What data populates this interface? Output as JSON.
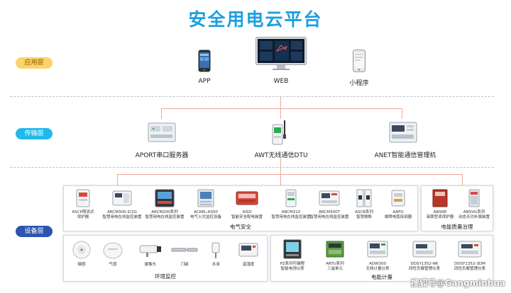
{
  "title": "安全用电云平台",
  "layers": {
    "app": "应用层",
    "transport": "传输层",
    "device": "设备层"
  },
  "app_items": {
    "app": "APP",
    "web": "WEB",
    "mini": "小程序"
  },
  "transport_items": {
    "aport": "APORT串口服务器",
    "awt": "AWT无线通信DTU",
    "anet": "ANET智能通信管理机"
  },
  "groups": {
    "electric_safety": "电气安全",
    "power_quality": "电能质量治理",
    "env": "环境监控",
    "energy": "电能计量"
  },
  "electric_devices": [
    {
      "l1": "ASCP限流式",
      "l2": "保护器"
    },
    {
      "l1": "ARCM300-Z/2G",
      "l2": "智慧用电在线监控装置"
    },
    {
      "l1": "ARCM200系列",
      "l2": "智慧用电在线监控装置"
    },
    {
      "l1": "ACREL-6000",
      "l2": "电气火灾监控设备"
    },
    {
      "l1": "AISD",
      "l2": "智能安全配电装置"
    },
    {
      "l1": "ARCM310",
      "l2": "智慧用电在线监控装置"
    },
    {
      "l1": "ARCM300T",
      "l2": "智慧用电在线监控装置"
    },
    {
      "l1": "ASCB系列",
      "l2": "智慧微断"
    },
    {
      "l1": "AAFD",
      "l2": "故障电弧探测器"
    }
  ],
  "quality_devices": [
    {
      "l1": "ANSNP",
      "l2": "串联型浪保护器"
    },
    {
      "l1": "ANSVG系列",
      "l2": "动态无功补偿装置"
    }
  ],
  "env_devices": [
    "烟感",
    "气感",
    "摄像头",
    "门磁",
    "水浸",
    "温湿度"
  ],
  "energy_devices": [
    {
      "l1": "PZ系列可编程",
      "l2": "智能电测仪表"
    },
    {
      "l1": "ARTU系列",
      "l2": "三遥单元"
    },
    {
      "l1": "ADW300",
      "l2": "无线计量仪表"
    },
    {
      "l1": "DDSY1352-NK",
      "l2": "四性负载管理仪表"
    },
    {
      "l1": "DDSY1352-3DM",
      "l2": "四性负载管理仪表"
    }
  ],
  "watermark": "搜狐号@Gangminhua",
  "colors": {
    "title": "#1aa0e0",
    "connector": "#f0a79a",
    "app_pill": "#fbd36a",
    "trans_pill": "#21b9ea",
    "dev_pill": "#2d55b0"
  }
}
